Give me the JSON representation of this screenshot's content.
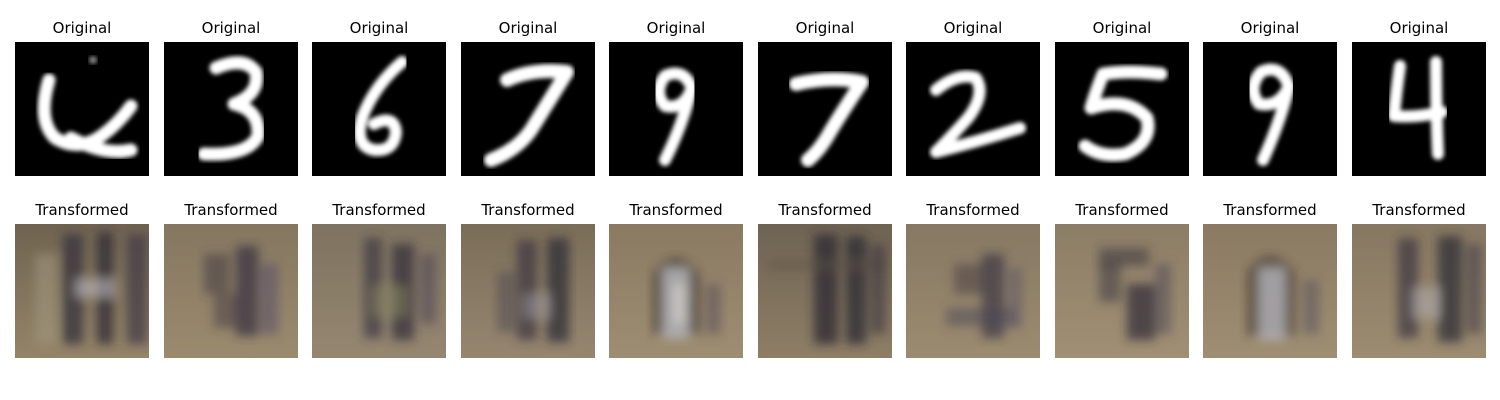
{
  "figure": {
    "row_labels": {
      "original": "Original",
      "transformed": "Transformed"
    },
    "samples": [
      {
        "digit": "4"
      },
      {
        "digit": "3"
      },
      {
        "digit": "6"
      },
      {
        "digit": "7"
      },
      {
        "digit": "9"
      },
      {
        "digit": "7"
      },
      {
        "digit": "2"
      },
      {
        "digit": "5"
      },
      {
        "digit": "9"
      },
      {
        "digit": "4"
      }
    ],
    "colors": {
      "original_background": "#000000",
      "original_stroke": "#ffffff",
      "transformed_base": "#8a7b63",
      "transformed_dark": "#2f2a35",
      "transformed_light": "#c9c6cf"
    }
  }
}
